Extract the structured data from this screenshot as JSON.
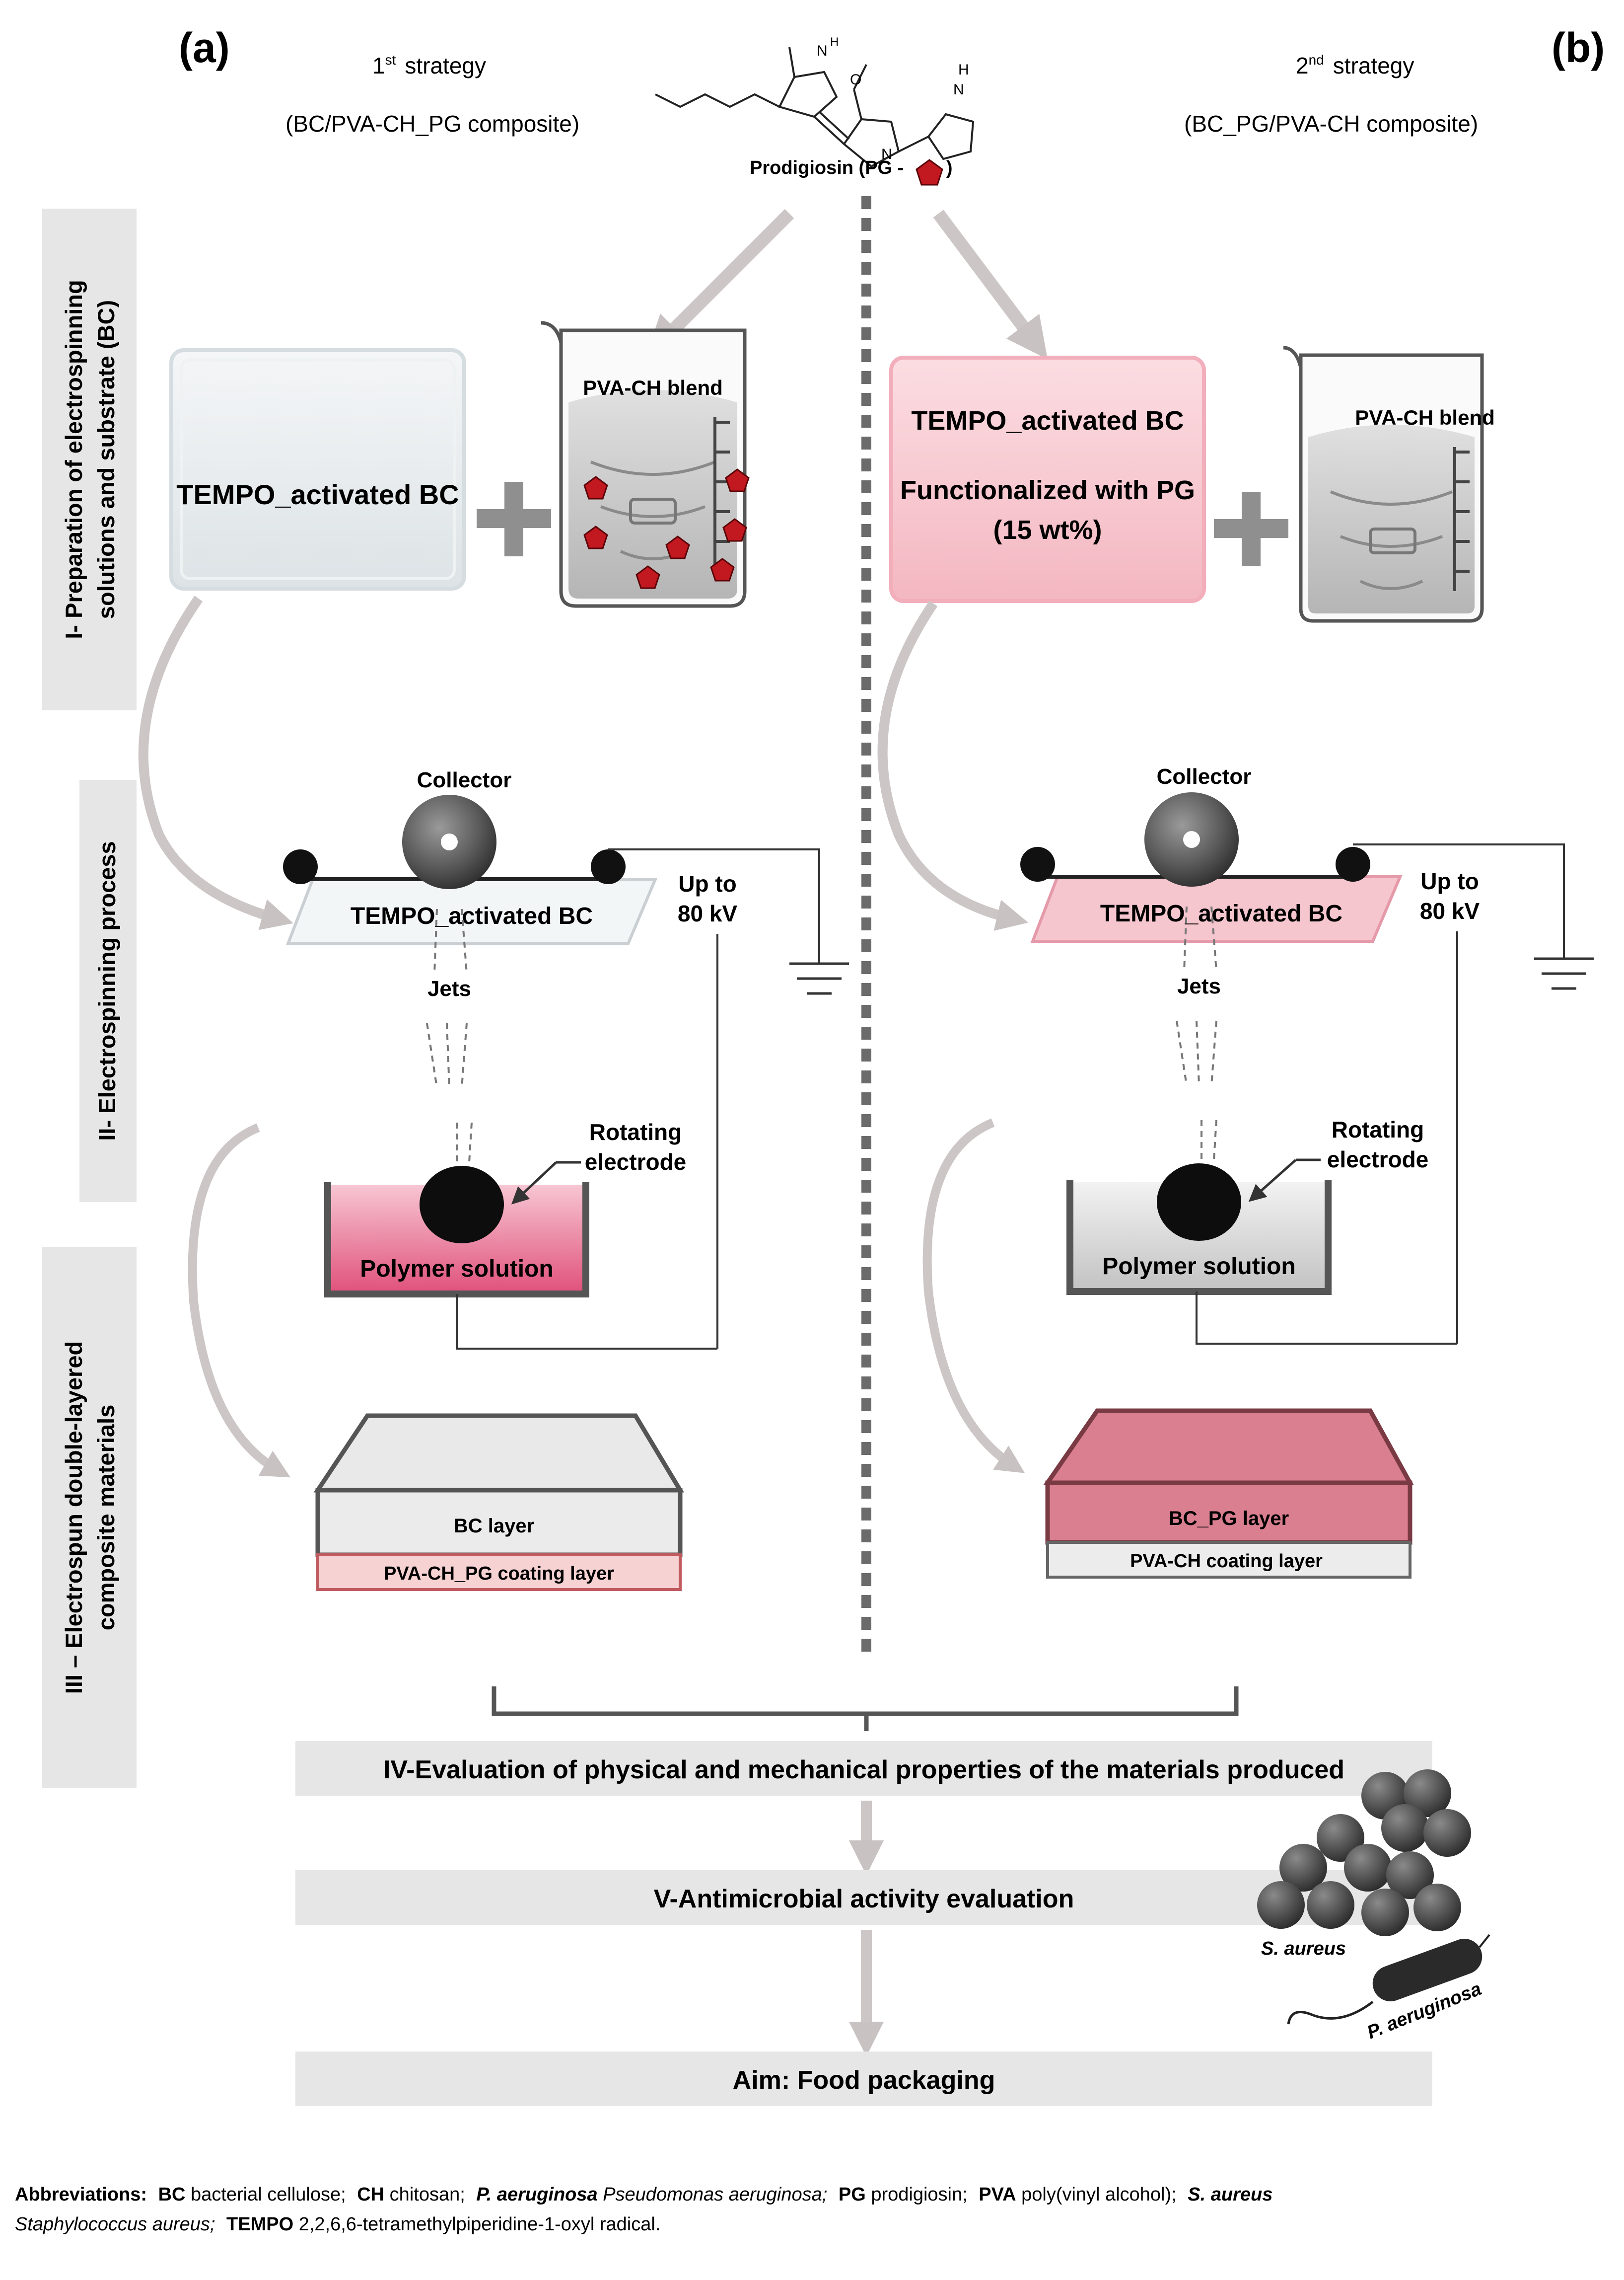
{
  "panel_labels": {
    "a": "(a)",
    "b": "(b)"
  },
  "strategy1": {
    "ordinal": "1",
    "suffix": "st",
    "word": "strategy",
    "subtitle": "(BC/PVA-CH_PG composite)"
  },
  "strategy2": {
    "ordinal": "2",
    "suffix": "nd",
    "word": "strategy",
    "subtitle": "(BC_PG/PVA-CH composite)"
  },
  "molecule": {
    "prefix": "Prodigiosin (PG - ",
    "suffix": " )",
    "atom_h": "H",
    "atom_n": "N",
    "atom_o": "O"
  },
  "stages": {
    "stage1": {
      "line1": "I- Preparation of electrospinning",
      "line2": "solutions and substrate (BC)"
    },
    "stage2": {
      "line1": "II- Electrospinning process"
    },
    "stage3": {
      "line1": "III – Electrospun double-layered",
      "line2": "composite materials"
    }
  },
  "left": {
    "substrate_label": "TEMPO_activated BC",
    "beaker_label": "PVA-CH blend",
    "collector": "Collector",
    "membrane": "TEMPO_activated BC",
    "voltage_line1": "Up to",
    "voltage_line2": "80 kV",
    "jets": "Jets",
    "electrode_line1": "Rotating",
    "electrode_line2": "electrode",
    "polymer": "Polymer solution",
    "layer_top": "BC layer",
    "layer_bottom": "PVA-CH_PG coating layer",
    "colors": {
      "bath": "#e35a7f",
      "coating": "#f6d2d3"
    }
  },
  "right": {
    "substrate_line1": "TEMPO_activated BC",
    "substrate_line2": "Functionalized with PG",
    "substrate_line3": "(15 wt%)",
    "beaker_label": "PVA-CH blend",
    "collector": "Collector",
    "membrane": "TEMPO_activated BC",
    "voltage_line1": "Up to",
    "voltage_line2": "80 kV",
    "jets": "Jets",
    "electrode_line1": "Rotating",
    "electrode_line2": "electrode",
    "polymer": "Polymer solution",
    "layer_top": "BC_PG layer",
    "layer_bottom": "PVA-CH coating layer",
    "colors": {
      "bath": "#c9c9c9",
      "layer": "#d97f90",
      "substrate": "#f6c4cc"
    }
  },
  "steps": {
    "step4": "IV-Evaluation of physical and mechanical properties of the materials produced",
    "step5": "V-Antimicrobial activity evaluation",
    "aim": "Aim: Food packaging"
  },
  "microbes": {
    "s_aureus": "S. aureus",
    "p_aeruginosa": "P. aeruginosa"
  },
  "footnote": {
    "heading": "Abbreviations:",
    "items": [
      {
        "term": "BC",
        "def": " bacterial cellulose;"
      },
      {
        "term": "CH",
        "def": " chitosan;"
      },
      {
        "term": "P. aeruginosa",
        "def": " Pseudomonas aeruginosa;"
      },
      {
        "term": "PG",
        "def": " prodigiosin;"
      },
      {
        "term": "PVA",
        "def": " poly(vinyl alcohol);"
      },
      {
        "term": "S. aureus",
        "def": " Staphylococcus aureus;"
      },
      {
        "term": "TEMPO",
        "def": " 2,2,6,6-tetramethylpiperidine-1-oxyl radical."
      }
    ]
  },
  "colors": {
    "pg_red": "#c21820",
    "band_gray": "#e6e6e6",
    "arrow_gray": "#cdc6c6",
    "divider": "#6b6b6b"
  }
}
